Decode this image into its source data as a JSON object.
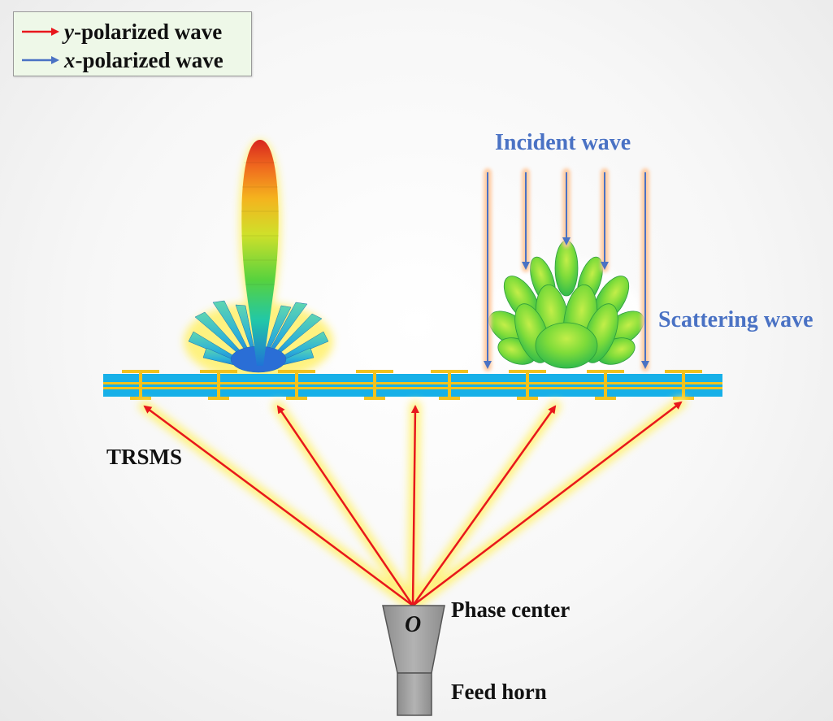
{
  "legend": {
    "items": [
      {
        "symbol": "y",
        "suffix": "-polarized wave",
        "color": "#e8171c"
      },
      {
        "symbol": "x",
        "suffix": "-polarized wave",
        "color": "#4a72c4"
      }
    ]
  },
  "labels": {
    "incident": "Incident wave",
    "scattering": "Scattering wave",
    "trsms": "TRSMS",
    "phase_center": "Phase center",
    "origin": "O",
    "feed_horn": "Feed horn"
  },
  "colors": {
    "surface_blue": "#17b0e8",
    "surface_gold": "#f2c21d",
    "glow": "#fff27a",
    "horn_gray": "#a9a9a9",
    "incident_glow": "#ffc79a"
  }
}
